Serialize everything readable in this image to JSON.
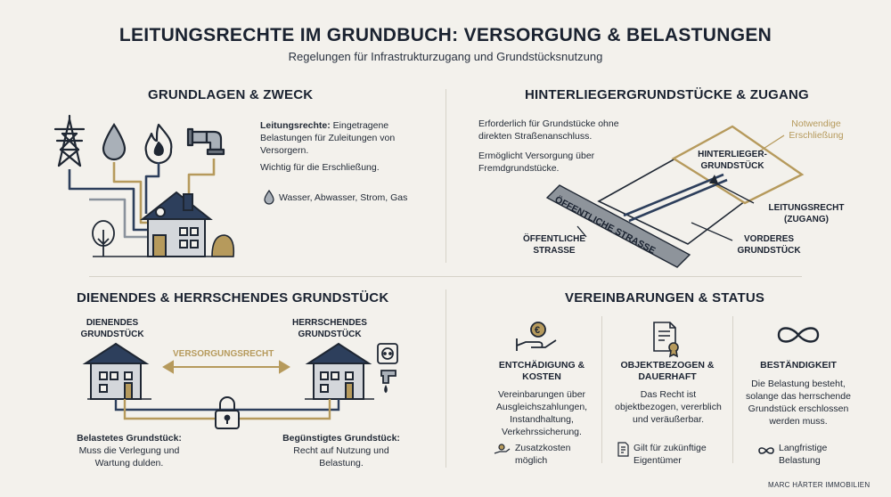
{
  "header": {
    "title": "LEITUNGSRECHTE IM GRUNDBUCH: VERSORGUNG & BELASTUNGEN",
    "subtitle": "Regelungen für Infrastrukturzugang und Grundstücksnutzung"
  },
  "grundlagen": {
    "heading": "GRUNDLAGEN & ZWECK",
    "term": "Leitungsrechte:",
    "definition": " Eingetragene Belastungen für Zuleitungen von Versorgern.",
    "note": "Wichtig für die Erschließung.",
    "utilities": "Wasser, Abwasser, Strom, Gas",
    "icons": [
      "power-pylon-icon",
      "water-drop-icon",
      "flame-icon",
      "pipe-icon",
      "house-icon",
      "tree-icon"
    ]
  },
  "hinterlieger": {
    "heading": "HINTERLIEGERGRUNDSTÜCKE & ZUGANG",
    "text1": "Erforderlich für Grundstücke ohne direkten Straßenanschluss.",
    "text2": "Ermöglicht Versorgung über Fremdgrundstücke.",
    "label_erschliessung": "Notwendige Erschließung",
    "label_hinterlieger": "HINTERLIEGER-GRUNDSTÜCK",
    "label_leitungsrecht": "LEITUNGSRECHT (ZUGANG)",
    "label_vorderes": "VORDERES GRUNDSTÜCK",
    "label_strasse": "ÖFFENTLICHE STRASSE",
    "label_strasse_band": "ÖFFENTLICHE STRASSE"
  },
  "dienend": {
    "heading": "DIENENDES & HERRSCHENDES GRUNDSTÜCK",
    "label_dienend": "DIENENDES GRUNDSTÜCK",
    "label_herrschend": "HERRSCHENDES GRUNDSTÜCK",
    "label_recht": "VERSORGUNGSRECHT",
    "belastet_title": "Belastetes Grundstück:",
    "belastet_text": "Muss die Verlegung und Wartung dulden.",
    "beguenstigt_title": "Begünstigtes Grundstück:",
    "beguenstigt_text": "Recht auf Nutzung und Belastung."
  },
  "vereinbarungen": {
    "heading": "VEREINBARUNGEN & STATUS",
    "columns": [
      {
        "title": "ENTCHÄDIGUNG & KOSTEN",
        "text": "Vereinbarungen über Ausgleichszahlungen, Instandhaltung, Verkehrssicherung.",
        "footer": "Zusatzkosten möglich",
        "icon": "euro-hand-icon"
      },
      {
        "title": "OBJEKTBEZOGEN & DAUERHAFT",
        "text": "Das Recht ist objektbezogen, vererblich und veräußerbar.",
        "footer": "Gilt für zukünftige Eigentümer",
        "icon": "certificate-icon"
      },
      {
        "title": "BESTÄNDIGKEIT",
        "text": "Die Belastung besteht, solange das herrschende Grundstück erschlossen werden muss.",
        "footer": "Langfristige Belastung",
        "icon": "infinity-icon"
      }
    ]
  },
  "footer": {
    "brand": "MARC HÄRTER IMMOBILIEN"
  },
  "colors": {
    "accent_gold": "#b69a5c",
    "navy": "#2d3f5c",
    "dark": "#1a2230",
    "background": "#f3f1ec"
  }
}
